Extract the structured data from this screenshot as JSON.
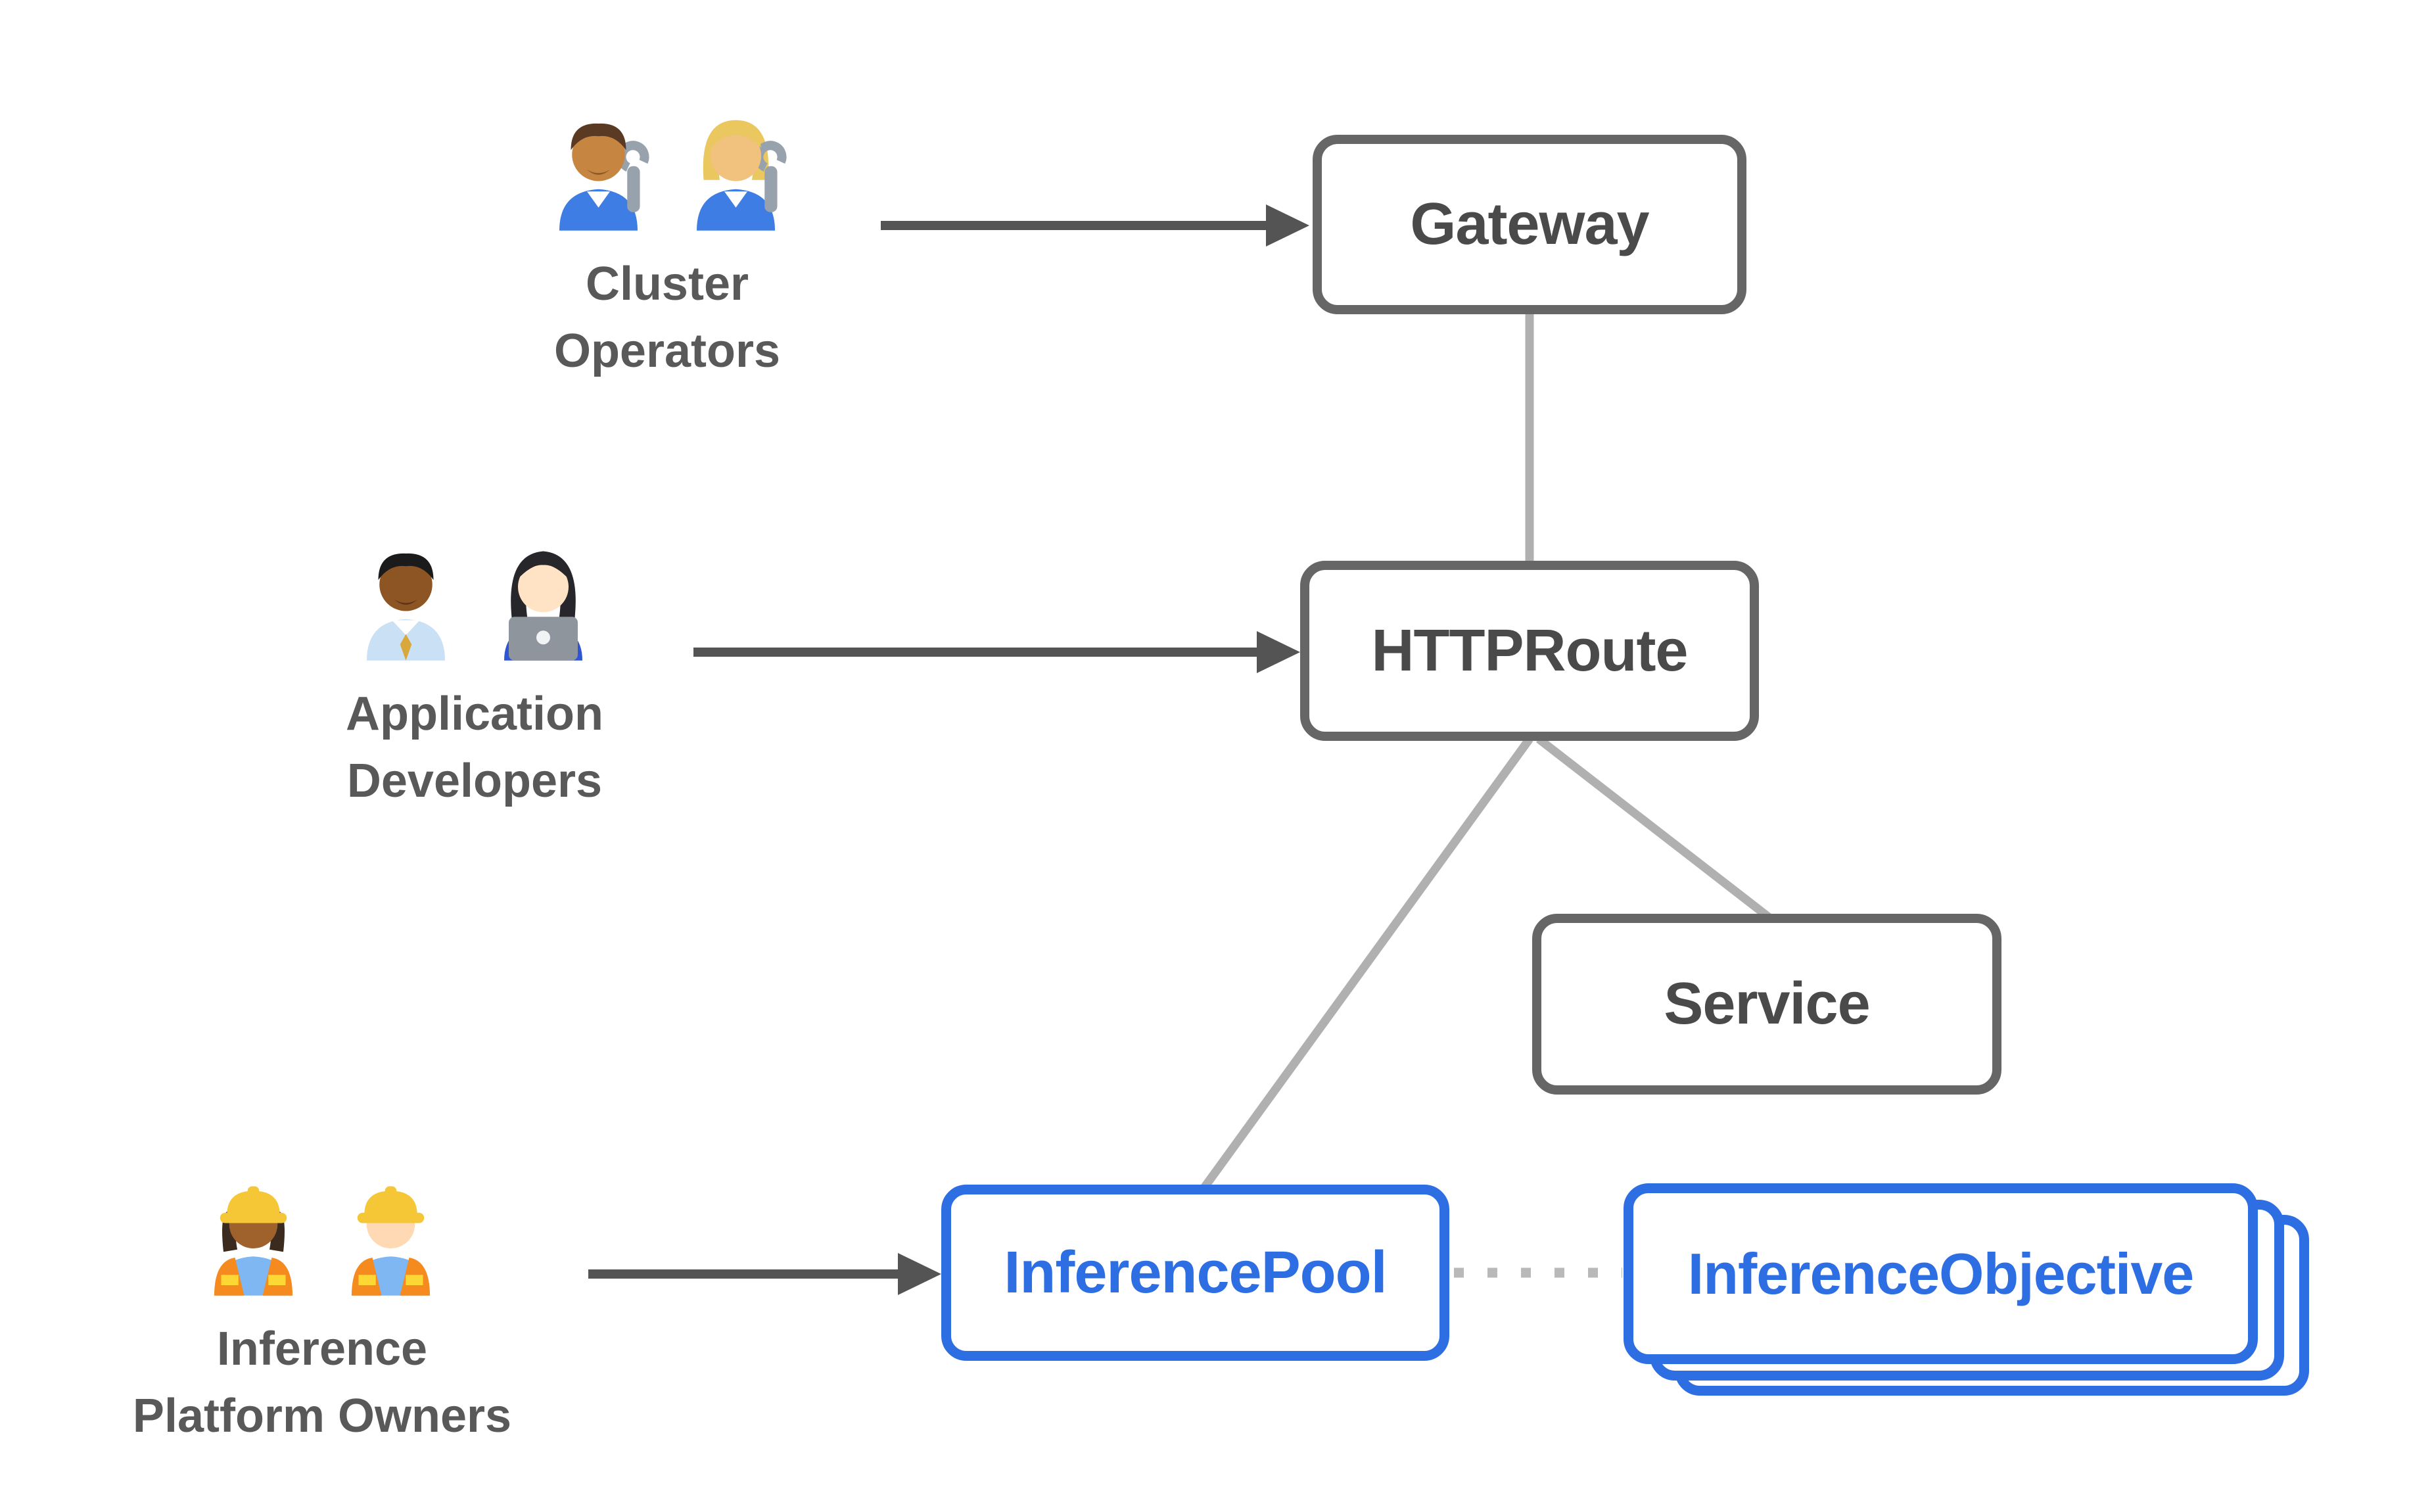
{
  "colors": {
    "background": "#ffffff",
    "node_border": "#666666",
    "node_text": "#4a4a4a",
    "actor_text": "#595959",
    "accent_blue": "#2d6ee3",
    "connector": "#b0b0b0",
    "dotted_connector": "#b9b9b9",
    "arrow": "#545454"
  },
  "actors": [
    {
      "id": "cluster-operators",
      "label": "Cluster\nOperators",
      "icons": [
        "man-mechanic",
        "woman-mechanic"
      ]
    },
    {
      "id": "application-developers",
      "label": "Application\nDevelopers",
      "icons": [
        "man-office-worker",
        "woman-technologist"
      ]
    },
    {
      "id": "inference-platform-owners",
      "label": "Inference\nPlatform Owners",
      "icons": [
        "woman-construction-worker",
        "man-construction-worker"
      ]
    }
  ],
  "nodes": [
    {
      "id": "gateway",
      "label": "Gateway",
      "style": "gray"
    },
    {
      "id": "httproute",
      "label": "HTTPRoute",
      "style": "gray"
    },
    {
      "id": "service",
      "label": "Service",
      "style": "gray"
    },
    {
      "id": "inferencepool",
      "label": "InferencePool",
      "style": "blue"
    },
    {
      "id": "inferenceobjective",
      "label": "InferenceObjective",
      "style": "blue",
      "stacked": true
    }
  ],
  "edges": [
    {
      "from": "cluster-operators",
      "to": "gateway",
      "type": "arrow"
    },
    {
      "from": "application-developers",
      "to": "httproute",
      "type": "arrow"
    },
    {
      "from": "inference-platform-owners",
      "to": "inferencepool",
      "type": "arrow"
    },
    {
      "from": "gateway",
      "to": "httproute",
      "type": "line"
    },
    {
      "from": "httproute",
      "to": "inferencepool",
      "type": "line"
    },
    {
      "from": "httproute",
      "to": "service",
      "type": "line"
    },
    {
      "from": "inferencepool",
      "to": "inferenceobjective",
      "type": "dotted"
    }
  ]
}
